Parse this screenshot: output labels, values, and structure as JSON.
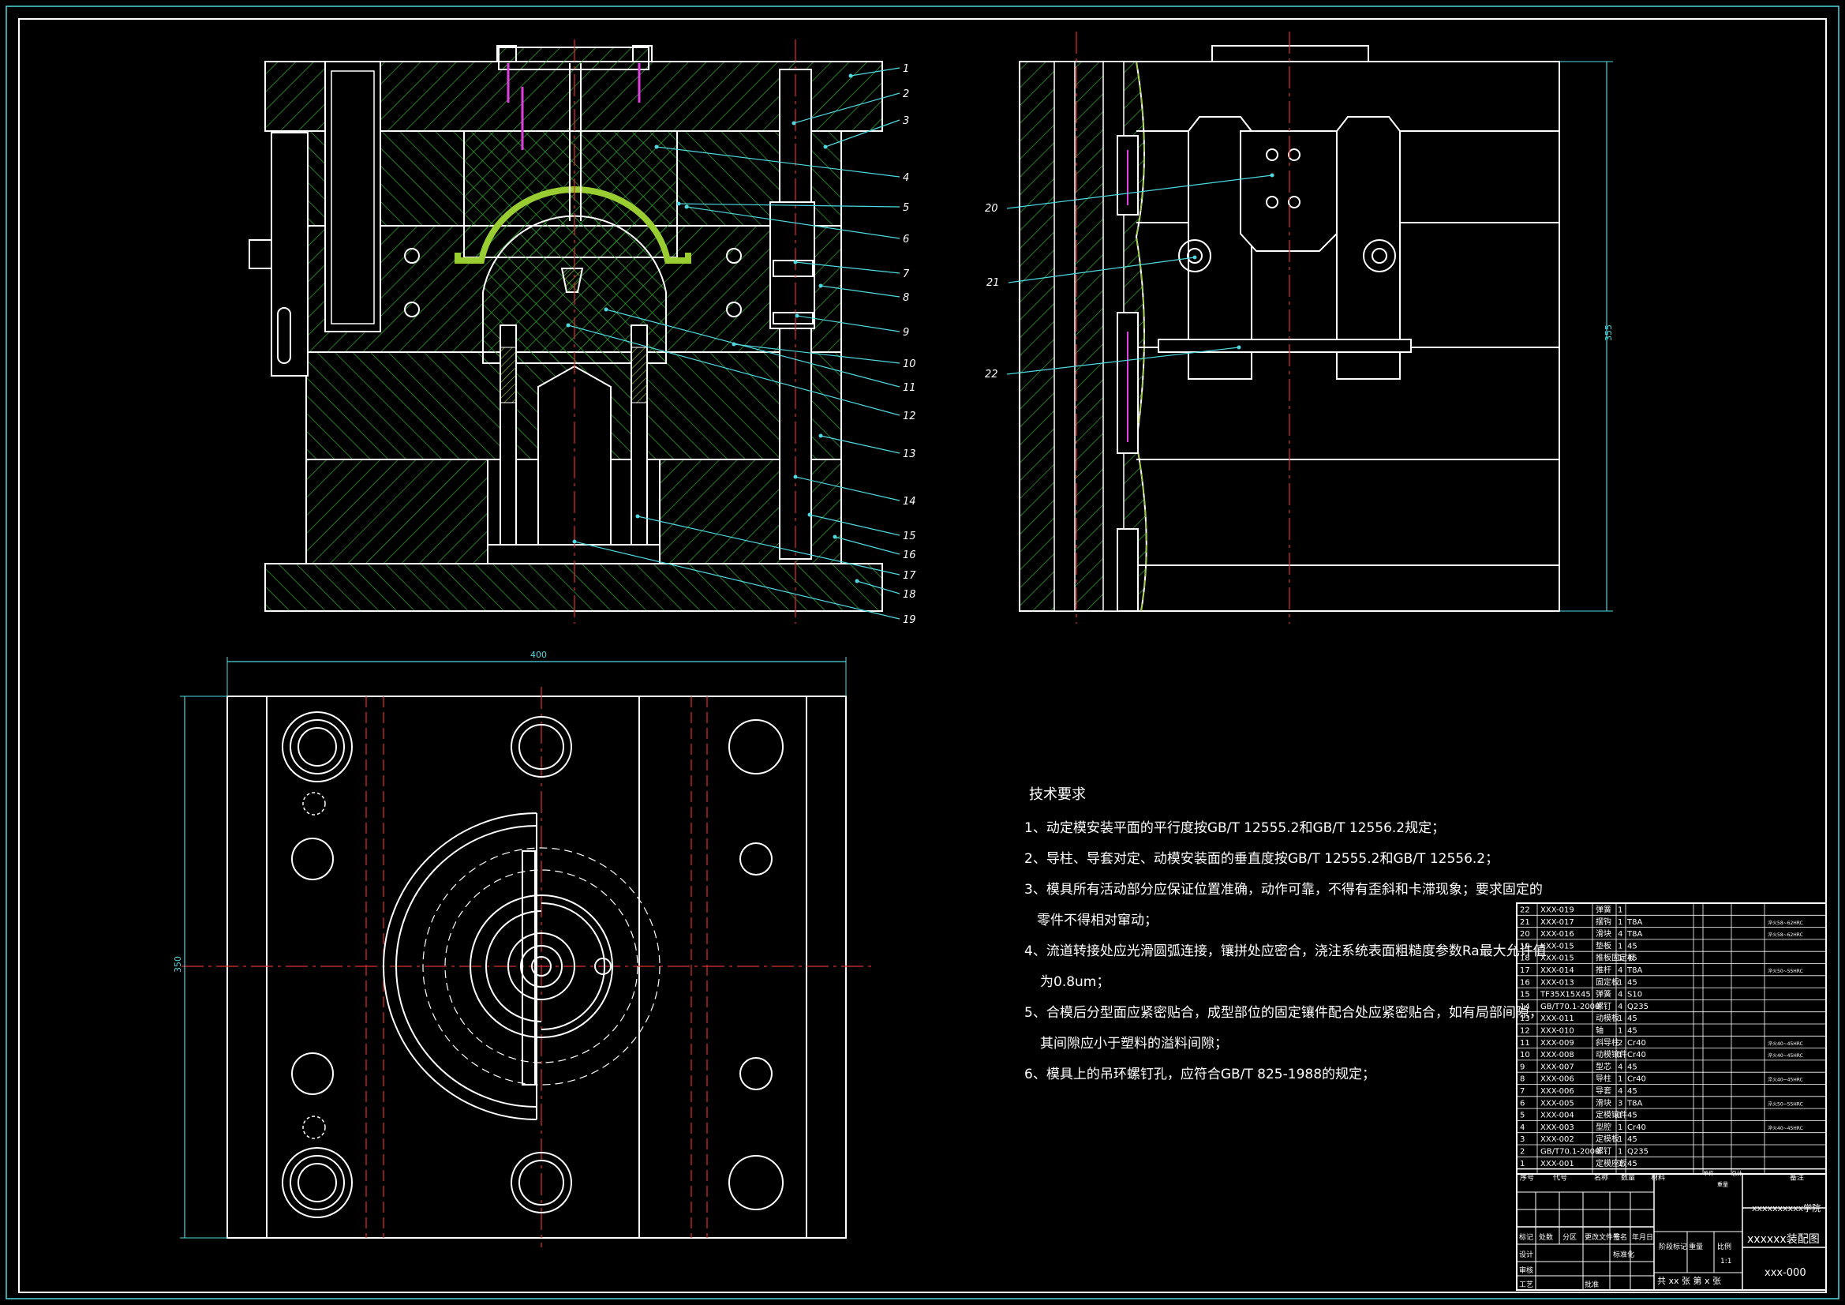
{
  "colors": {
    "background": "#000000",
    "outline": "#ffffff",
    "hatch": "#2e9c2e",
    "leader": "#4fd8e0",
    "centerline": "#e03030",
    "accent": "#e040e0",
    "yellow": "#e8e830"
  },
  "front_view": {
    "part_numbers": [
      "1",
      "2",
      "3",
      "4",
      "5",
      "6",
      "7",
      "8",
      "9",
      "10",
      "11",
      "12",
      "13",
      "14",
      "15",
      "16",
      "17",
      "18",
      "19"
    ]
  },
  "side_view": {
    "part_numbers": [
      "20",
      "21",
      "22"
    ],
    "dimension": "355"
  },
  "top_view": {
    "width_dim": "400",
    "height_dim": "350"
  },
  "tech_requirements": {
    "title": "技术要求",
    "lines": [
      "1、动定模安装平面的平行度按GB/T 12555.2和GB/T 12556.2规定；",
      "2、导柱、导套对定、动模安装面的垂直度按GB/T 12555.2和GB/T 12556.2；",
      "3、模具所有活动部分应保证位置准确，动作可靠，不得有歪斜和卡滞现象；要求固定的",
      "零件不得相对窜动；",
      "4、流道转接处应光滑圆弧连接，镶拼处应密合，浇注系统表面粗糙度参数Ra最大允许值",
      "为0.8um；",
      "5、合模后分型面应紧密贴合，成型部位的固定镶件配合处应紧密贴合，如有局部间隙，",
      "其间隙应小于塑料的溢料间隙；",
      "6、模具上的吊环螺钉孔，应符合GB/T 825-1988的规定；"
    ]
  },
  "bom": {
    "rows": [
      {
        "no": "22",
        "code": "XXX-019",
        "name": "弹簧",
        "qty": "1",
        "mat": "",
        "note": ""
      },
      {
        "no": "21",
        "code": "XXX-017",
        "name": "摆钩",
        "qty": "1",
        "mat": "T8A",
        "note": "淬火58~62HRC"
      },
      {
        "no": "20",
        "code": "XXX-016",
        "name": "滑块",
        "qty": "4",
        "mat": "T8A",
        "note": "淬火58~62HRC"
      },
      {
        "no": "19",
        "code": "XXX-015",
        "name": "垫板",
        "qty": "1",
        "mat": "45",
        "note": ""
      },
      {
        "no": "18",
        "code": "XXX-015",
        "name": "推板固定板",
        "qty": "1",
        "mat": "45",
        "note": ""
      },
      {
        "no": "17",
        "code": "XXX-014",
        "name": "推杆",
        "qty": "4",
        "mat": "T8A",
        "note": "淬火50~55HRC"
      },
      {
        "no": "16",
        "code": "XXX-013",
        "name": "固定板",
        "qty": "1",
        "mat": "45",
        "note": ""
      },
      {
        "no": "15",
        "code": "TF35X15X45",
        "name": "弹簧",
        "qty": "4",
        "mat": "S10",
        "note": ""
      },
      {
        "no": "14",
        "code": "GB/T70.1-2000",
        "name": "螺钉",
        "qty": "4",
        "mat": "Q235",
        "note": ""
      },
      {
        "no": "13",
        "code": "XXX-011",
        "name": "动模板",
        "qty": "1",
        "mat": "45",
        "note": ""
      },
      {
        "no": "12",
        "code": "XXX-010",
        "name": "轴",
        "qty": "1",
        "mat": "45",
        "note": ""
      },
      {
        "no": "11",
        "code": "XXX-009",
        "name": "斜导柱",
        "qty": "2",
        "mat": "Cr40",
        "note": "淬火40~45HRC"
      },
      {
        "no": "10",
        "code": "XXX-008",
        "name": "动模镶件",
        "qty": "1",
        "mat": "Cr40",
        "note": "淬火40~45HRC"
      },
      {
        "no": "9",
        "code": "XXX-007",
        "name": "型芯",
        "qty": "4",
        "mat": "45",
        "note": ""
      },
      {
        "no": "8",
        "code": "XXX-006",
        "name": "导柱",
        "qty": "1",
        "mat": "Cr40",
        "note": "淬火40~45HRC"
      },
      {
        "no": "7",
        "code": "XXX-006",
        "name": "导套",
        "qty": "4",
        "mat": "45",
        "note": ""
      },
      {
        "no": "6",
        "code": "XXX-005",
        "name": "滑块",
        "qty": "3",
        "mat": "T8A",
        "note": "淬火50~55HRC"
      },
      {
        "no": "5",
        "code": "XXX-004",
        "name": "定模镶件",
        "qty": "1",
        "mat": "45",
        "note": ""
      },
      {
        "no": "4",
        "code": "XXX-003",
        "name": "型腔",
        "qty": "1",
        "mat": "Cr40",
        "note": "淬火40~45HRC"
      },
      {
        "no": "3",
        "code": "XXX-002",
        "name": "定模板",
        "qty": "1",
        "mat": "45",
        "note": ""
      },
      {
        "no": "2",
        "code": "GB/T70.1-2000",
        "name": "螺钉",
        "qty": "1",
        "mat": "Q235",
        "note": ""
      },
      {
        "no": "1",
        "code": "XXX-001",
        "name": "定模座板",
        "qty": "1",
        "mat": "45",
        "note": ""
      }
    ],
    "header": {
      "no": "序号",
      "code": "代号",
      "name": "名称",
      "qty": "数量",
      "mat": "材料",
      "unit_w": "单件",
      "total_w": "总计",
      "weight": "重量",
      "note": "备注"
    }
  },
  "title_block": {
    "school": "xxxxxxxxxx学院",
    "drawing_title": "xxxxxx装配图",
    "drawing_no": "xxx-000",
    "sheet_info": "共 xx 张  第 x 张",
    "scale": "1:1",
    "cells": [
      "标记",
      "处数",
      "分区",
      "更改文件号",
      "签名",
      "年月日",
      "设计",
      "标准化",
      "阶段标记",
      "重量",
      "比例",
      "审核",
      "工艺",
      "批准"
    ]
  }
}
